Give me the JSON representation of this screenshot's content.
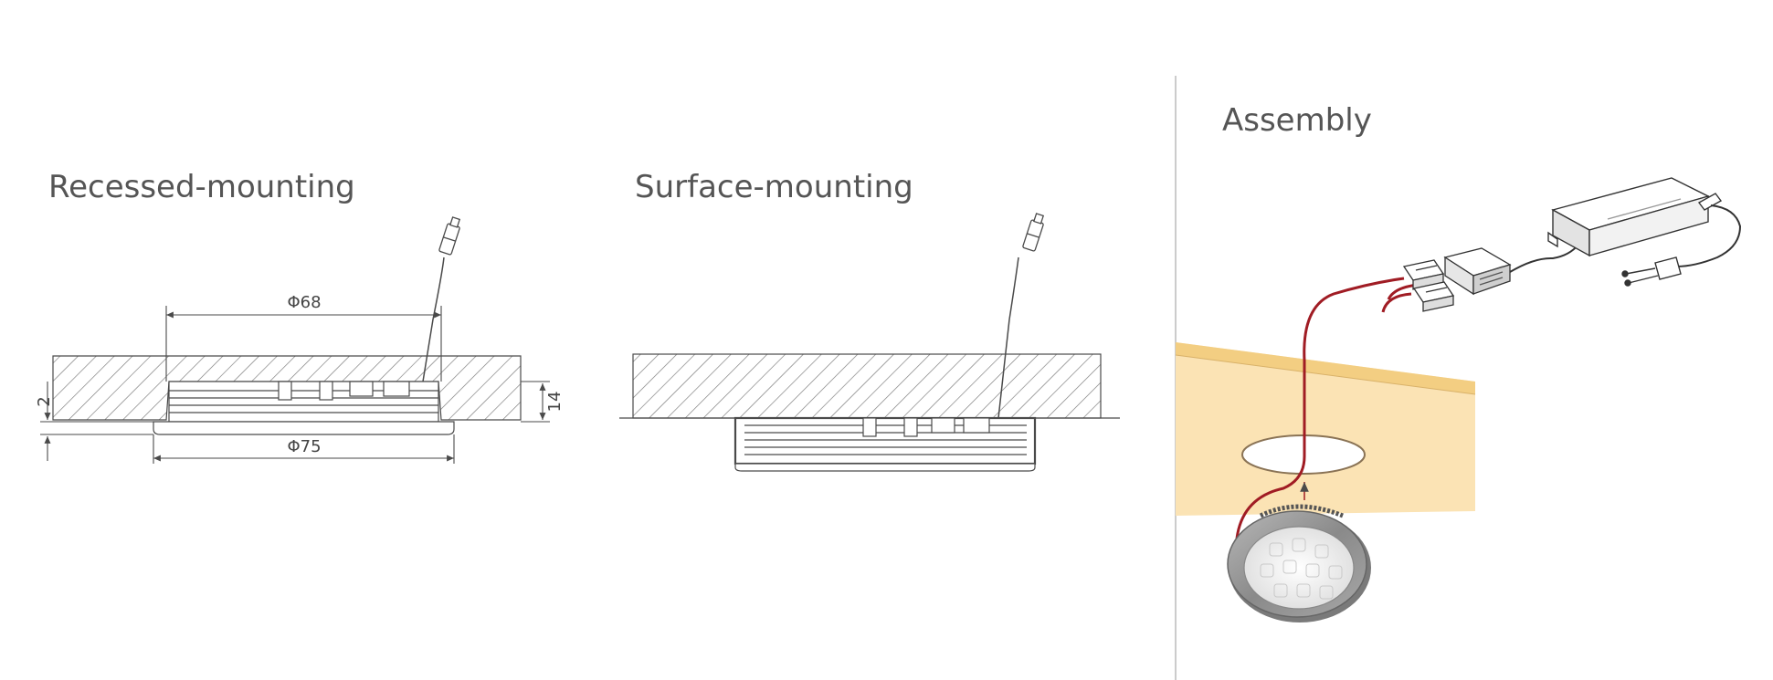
{
  "sections": {
    "recessed": {
      "title": "Recessed-mounting",
      "dims": {
        "inner_diameter": "Φ68",
        "outer_diameter": "Φ75",
        "flange": "2",
        "depth": "14"
      }
    },
    "surface": {
      "title": "Surface-mounting"
    },
    "assembly": {
      "title": "Assembly"
    }
  },
  "colors": {
    "line": "#4a4a4a",
    "hatch": "#777777",
    "cable": "#a01c24",
    "panel": "#fbe3b4",
    "panel_edge": "#f3ce82",
    "divider": "#bbbbbb",
    "title": "#555555"
  },
  "icons": [
    "connector-plug-icon",
    "power-plug-icon",
    "led-puck-icon",
    "driver-box-icon"
  ]
}
